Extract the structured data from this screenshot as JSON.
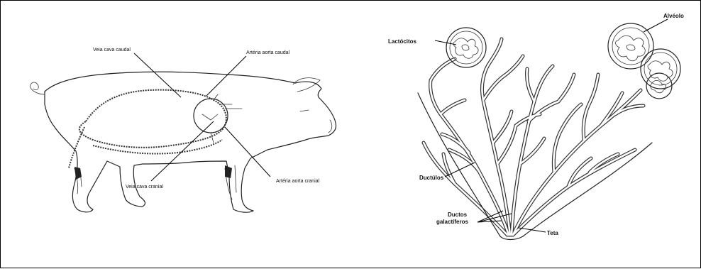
{
  "pig_diagram": {
    "labels": {
      "veia_cava_caudal": "Veia cava caudal",
      "arteria_aorta_caudal": "Artéria aorta caudal",
      "veia_cava_cranial": "Veia cava cranial",
      "arteria_aorta_cranial": "Artéria aorta cranial"
    }
  },
  "mammary_diagram": {
    "labels": {
      "lactocitos": "Lactócitos",
      "alveolo": "Alvéolo",
      "ductulos": "Ductúlos",
      "ductos_galactiferos_line1": "Ductos",
      "ductos_galactiferos_line2": "galactíferos",
      "teta": "Teta"
    }
  }
}
